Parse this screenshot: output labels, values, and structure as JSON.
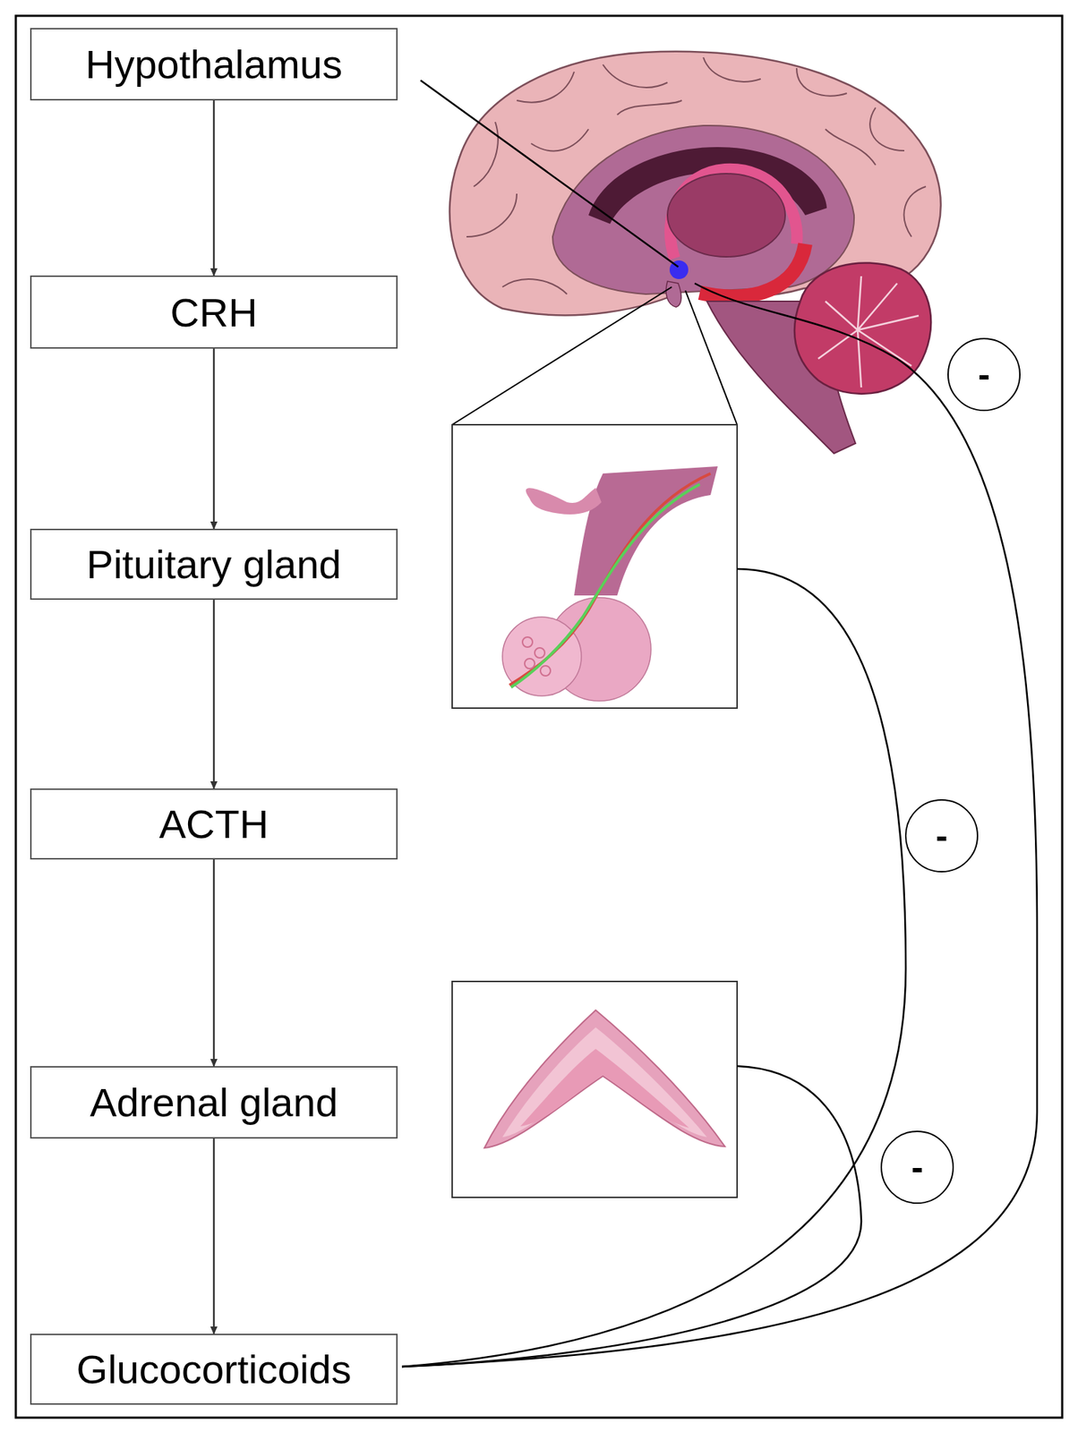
{
  "diagram": {
    "nodes": [
      {
        "text": [
          "Hypothalamus"
        ]
      },
      {
        "text": [
          "CRH"
        ]
      },
      {
        "text": [
          "Pituitary gland"
        ]
      },
      {
        "text": [
          "ACTH"
        ]
      },
      {
        "text": [
          "Adrenal gland"
        ]
      },
      {
        "text": [
          "Glucocorticoids"
        ]
      },
      {
        "text": [
          "-"
        ]
      },
      {
        "text": [
          "-"
        ]
      },
      {
        "text": [
          "-"
        ]
      }
    ],
    "edges": [
      {
        "from": 0,
        "to": 1,
        "arrow": "to"
      },
      {
        "from": 1,
        "to": 2,
        "arrow": "to"
      },
      {
        "from": 2,
        "to": 3,
        "arrow": "to"
      },
      {
        "from": 3,
        "to": 4,
        "arrow": "to"
      },
      {
        "from": 4,
        "to": 5,
        "arrow": "to"
      }
    ]
  }
}
